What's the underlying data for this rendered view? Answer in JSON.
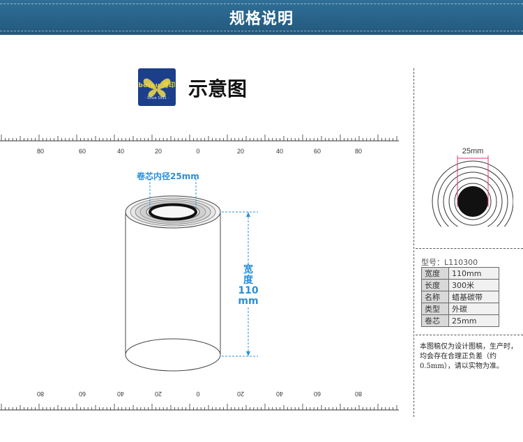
{
  "banner": {
    "title": "规格说明"
  },
  "logo": {
    "brand": "botou 博印",
    "since": "· Since 1991 ·"
  },
  "section_title": "示意图",
  "ruler": {
    "labels": [
      "80",
      "60",
      "40",
      "20",
      "0",
      "20",
      "40",
      "60",
      "80"
    ]
  },
  "diagram": {
    "core_label": "卷芯内径25mm",
    "width_label_lines": [
      "宽",
      "度",
      "110",
      "mm"
    ],
    "side_core_label": "25mm"
  },
  "spec": {
    "model": "型号：L110300",
    "rows": [
      {
        "key": "宽度",
        "value": "110mm"
      },
      {
        "key": "长度",
        "value": "300米"
      },
      {
        "key": "名称",
        "value": "蜡基碳带"
      },
      {
        "key": "类型",
        "value": "外碳"
      },
      {
        "key": "卷芯",
        "value": "25mm"
      }
    ]
  },
  "note": "本图稿仅为设计图稿，生产时，均会存在合理正负差（约0.5mm），请以实物为准。",
  "colors": {
    "banner": "#2a6489",
    "accent": "#2b8fd6",
    "logo_bg": "#1c3f8c"
  }
}
